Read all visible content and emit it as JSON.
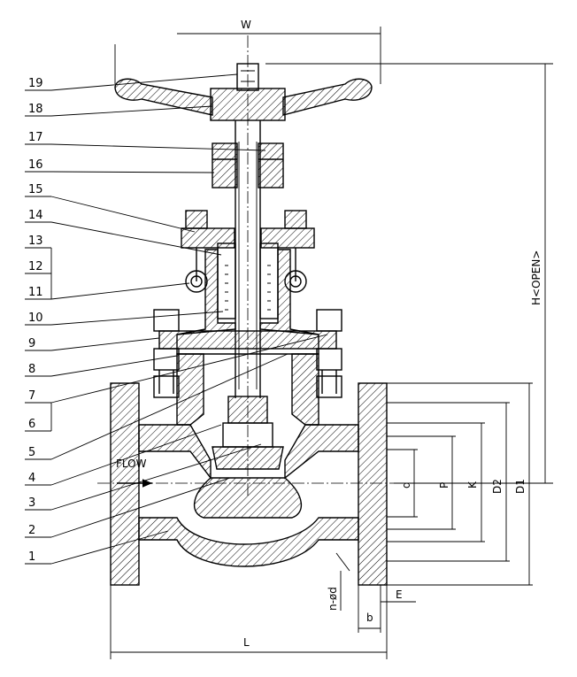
{
  "callouts": [
    "1",
    "2",
    "3",
    "4",
    "5",
    "6",
    "7",
    "8",
    "9",
    "10",
    "11",
    "12",
    "13",
    "14",
    "15",
    "16",
    "17",
    "18",
    "19"
  ],
  "dimensions": {
    "w": "W",
    "h": "H<OPEN>",
    "d": "d",
    "p": "P",
    "k": "K",
    "d2": "D2",
    "d1": "D1",
    "l": "L",
    "b": "b",
    "e": "E",
    "n_phi_d": "n-ød"
  },
  "flow_label": "FLOW",
  "colors": {
    "line": "#000000",
    "background": "#ffffff"
  }
}
